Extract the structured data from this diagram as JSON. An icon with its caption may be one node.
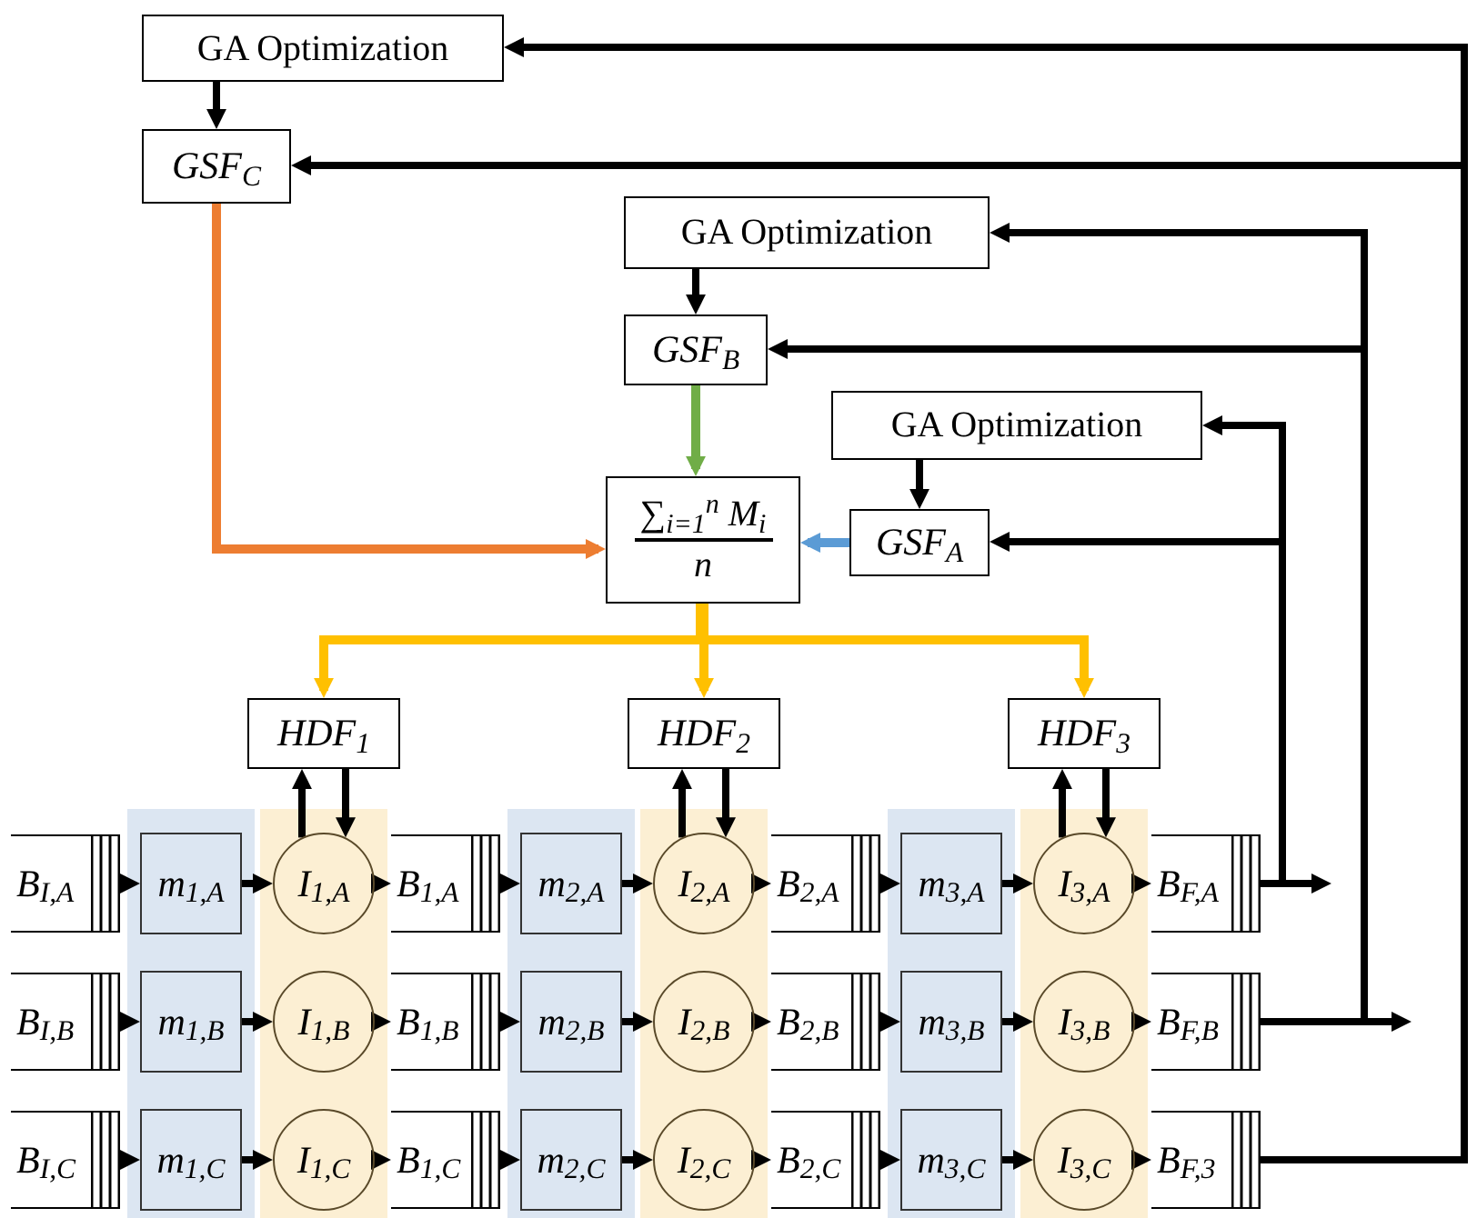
{
  "diagram": {
    "nodes": [
      {
        "text": [
          "GA Optimization"
        ]
      },
      {
        "text": [
          "GSF$_{C}$"
        ]
      },
      {
        "text": [
          "GA Optimization"
        ]
      },
      {
        "text": [
          "GSF$_{B}$"
        ]
      },
      {
        "text": [
          "GA Optimization"
        ]
      },
      {
        "text": [
          "∑$_{i=1}$$^{n}$ M$_{i}$",
          "n"
        ]
      },
      {
        "text": [
          "GSF$_{A}$"
        ]
      },
      {
        "text": [
          "HDF$_{1}$"
        ]
      },
      {
        "text": [
          "HDF$_{2}$"
        ]
      },
      {
        "text": [
          "HDF$_{3}$"
        ]
      },
      {
        "text": [
          "B$_{I,A}$"
        ]
      },
      {
        "text": [
          "B$_{I,B}$"
        ]
      },
      {
        "text": [
          "B$_{I,C}$"
        ]
      },
      {
        "text": [],
        "shape": "band"
      },
      {
        "text": [
          "m$_{1,A}$"
        ],
        "in": 13
      },
      {
        "text": [
          "m$_{1,B}$"
        ],
        "in": 13
      },
      {
        "text": [
          "m$_{1,C}$"
        ],
        "in": 13
      },
      {
        "text": [],
        "shape": "band"
      },
      {
        "text": [
          "I$_{1,A}$"
        ],
        "in": 17
      },
      {
        "text": [
          "I$_{1,B}$"
        ],
        "in": 17
      },
      {
        "text": [
          "I$_{1,C}$"
        ],
        "in": 17
      },
      {
        "text": [
          "B$_{1,A}$"
        ]
      },
      {
        "text": [
          "B$_{1,B}$"
        ]
      },
      {
        "text": [
          "B$_{1,C}$"
        ]
      },
      {
        "text": [],
        "shape": "band"
      },
      {
        "text": [
          "m$_{2,A}$"
        ],
        "in": 24
      },
      {
        "text": [
          "m$_{2,B}$"
        ],
        "in": 24
      },
      {
        "text": [
          "m$_{2,C}$"
        ],
        "in": 24
      },
      {
        "text": [],
        "shape": "band"
      },
      {
        "text": [
          "I$_{2,A}$"
        ],
        "in": 28
      },
      {
        "text": [
          "I$_{2,B}$"
        ],
        "in": 28
      },
      {
        "text": [
          "I$_{2,C}$"
        ],
        "in": 28
      },
      {
        "text": [
          "B$_{2,A}$"
        ]
      },
      {
        "text": [
          "B$_{2,B}$"
        ]
      },
      {
        "text": [
          "B$_{2,C}$"
        ]
      },
      {
        "text": [],
        "shape": "band"
      },
      {
        "text": [
          "m$_{3,A}$"
        ],
        "in": 35
      },
      {
        "text": [
          "m$_{3,B}$"
        ],
        "in": 35
      },
      {
        "text": [
          "m$_{3,C}$"
        ],
        "in": 35
      },
      {
        "text": [],
        "shape": "band"
      },
      {
        "text": [
          "I$_{3,A}$"
        ],
        "in": 39
      },
      {
        "text": [
          "I$_{3,B}$"
        ],
        "in": 39
      },
      {
        "text": [
          "I$_{3,C}$"
        ],
        "in": 39
      },
      {
        "text": [
          "B$_{F,A}$"
        ]
      },
      {
        "text": [
          "B$_{F,B}$"
        ]
      },
      {
        "text": [
          "B$_{F,3}$"
        ]
      }
    ],
    "edges": [
      {
        "from": 0,
        "to": 1,
        "arrow": "to"
      },
      {
        "from": 2,
        "to": 3,
        "arrow": "to"
      },
      {
        "from": 4,
        "to": 6,
        "arrow": "to"
      },
      {
        "from": 1,
        "to": 5,
        "arrow": "to",
        "color": "#ed7d31"
      },
      {
        "from": 3,
        "to": 5,
        "arrow": "to",
        "color": "#70ad47"
      },
      {
        "from": 6,
        "to": 5,
        "arrow": "to",
        "color": "#5b9bd5"
      },
      {
        "from": 5,
        "to": 7,
        "arrow": "to",
        "color": "#ffc000"
      },
      {
        "from": 5,
        "to": 8,
        "arrow": "to",
        "color": "#ffc000"
      },
      {
        "from": 5,
        "to": 9,
        "arrow": "to",
        "color": "#ffc000"
      },
      {
        "from": 18,
        "to": 7,
        "arrow": "to"
      },
      {
        "from": 7,
        "to": 18,
        "arrow": "to"
      },
      {
        "from": 29,
        "to": 8,
        "arrow": "to"
      },
      {
        "from": 8,
        "to": 29,
        "arrow": "to"
      },
      {
        "from": 40,
        "to": 9,
        "arrow": "to"
      },
      {
        "from": 9,
        "to": 40,
        "arrow": "to"
      },
      {
        "from": 10,
        "to": 14,
        "arrow": "to"
      },
      {
        "from": 14,
        "to": 18,
        "arrow": "to"
      },
      {
        "from": 18,
        "to": 21,
        "arrow": "to"
      },
      {
        "from": 21,
        "to": 25,
        "arrow": "to"
      },
      {
        "from": 25,
        "to": 29,
        "arrow": "to"
      },
      {
        "from": 29,
        "to": 32,
        "arrow": "to"
      },
      {
        "from": 32,
        "to": 36,
        "arrow": "to"
      },
      {
        "from": 36,
        "to": 40,
        "arrow": "to"
      },
      {
        "from": 40,
        "to": 43,
        "arrow": "to"
      },
      {
        "from": 11,
        "to": 15,
        "arrow": "to"
      },
      {
        "from": 15,
        "to": 19,
        "arrow": "to"
      },
      {
        "from": 19,
        "to": 22,
        "arrow": "to"
      },
      {
        "from": 22,
        "to": 26,
        "arrow": "to"
      },
      {
        "from": 26,
        "to": 30,
        "arrow": "to"
      },
      {
        "from": 30,
        "to": 33,
        "arrow": "to"
      },
      {
        "from": 33,
        "to": 37,
        "arrow": "to"
      },
      {
        "from": 37,
        "to": 41,
        "arrow": "to"
      },
      {
        "from": 41,
        "to": 44,
        "arrow": "to"
      },
      {
        "from": 12,
        "to": 16,
        "arrow": "to"
      },
      {
        "from": 16,
        "to": 20,
        "arrow": "to"
      },
      {
        "from": 20,
        "to": 23,
        "arrow": "to"
      },
      {
        "from": 23,
        "to": 27,
        "arrow": "to"
      },
      {
        "from": 27,
        "to": 31,
        "arrow": "to"
      },
      {
        "from": 31,
        "to": 34,
        "arrow": "to"
      },
      {
        "from": 34,
        "to": 38,
        "arrow": "to"
      },
      {
        "from": 38,
        "to": 42,
        "arrow": "to"
      },
      {
        "from": 42,
        "to": 45,
        "arrow": "to"
      },
      {
        "from": 43,
        "to": 4,
        "arrow": "to"
      },
      {
        "from": 43,
        "to": 6,
        "arrow": "to"
      },
      {
        "from": 43,
        "to": null,
        "arrow": "to"
      },
      {
        "from": 44,
        "to": 2,
        "arrow": "to"
      },
      {
        "from": 44,
        "to": 3,
        "arrow": "to"
      },
      {
        "from": 44,
        "to": null,
        "arrow": "to"
      },
      {
        "from": 45,
        "to": 0,
        "arrow": "to"
      },
      {
        "from": 45,
        "to": 1,
        "arrow": "to"
      }
    ]
  }
}
